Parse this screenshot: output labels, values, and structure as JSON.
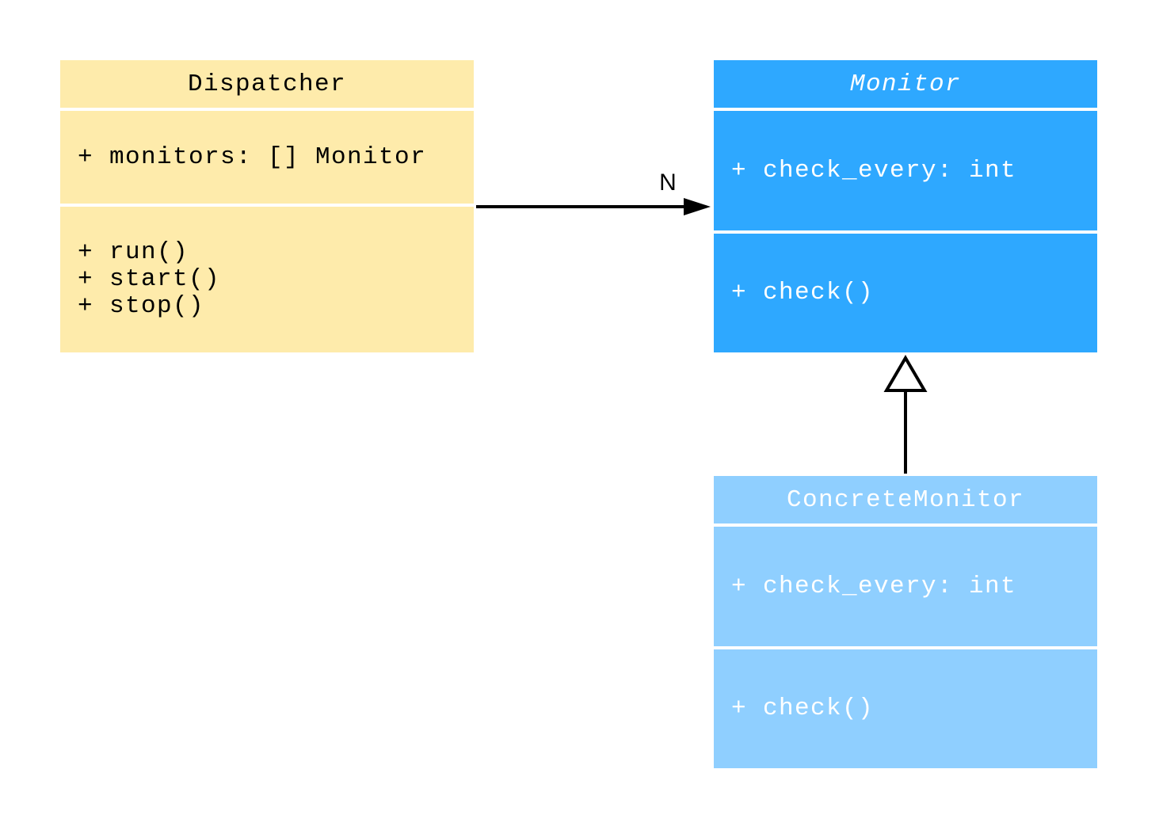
{
  "classes": {
    "dispatcher": {
      "name": "Dispatcher",
      "attributes": [
        "+ monitors: [] Monitor"
      ],
      "methods": [
        "+ run()",
        "+ start()",
        "+ stop()"
      ],
      "color": "#feebab"
    },
    "monitor": {
      "name": "Monitor",
      "abstract": true,
      "attributes": [
        "+ check_every: int"
      ],
      "methods": [
        "+ check()"
      ],
      "color": "#2ea8ff"
    },
    "concrete_monitor": {
      "name": "ConcreteMonitor",
      "attributes": [
        "+ check_every: int"
      ],
      "methods": [
        "+ check()"
      ],
      "color": "#8fcfff"
    }
  },
  "relations": [
    {
      "type": "association",
      "from": "Dispatcher",
      "to": "Monitor",
      "multiplicity": "N"
    },
    {
      "type": "generalization",
      "from": "ConcreteMonitor",
      "to": "Monitor"
    }
  ]
}
